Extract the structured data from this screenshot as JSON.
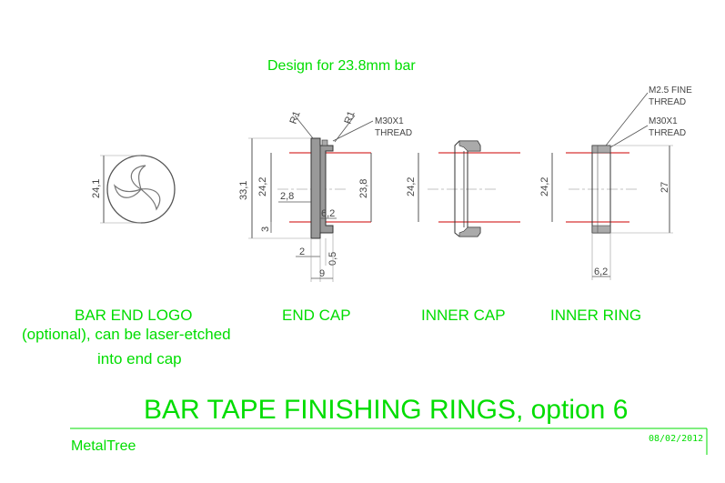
{
  "subtitle": "Design for 23.8mm bar",
  "title": "BAR TAPE FINISHING RINGS, option 6",
  "author": "MetalTree",
  "date": "08/02/2012",
  "captions": {
    "logo_line1": "BAR END LOGO",
    "logo_line2": "(optional), can be laser-etched",
    "logo_line3": "into end cap",
    "end_cap": "END CAP",
    "inner_cap": "INNER CAP",
    "inner_ring": "INNER RING"
  },
  "notes": {
    "end_cap_thread_1": "M30X1",
    "end_cap_thread_2": "THREAD",
    "ring_fine_1": "M2.5 FINE",
    "ring_fine_2": "THREAD",
    "ring_thread_1": "M30X1",
    "ring_thread_2": "THREAD",
    "radius_left": "R1",
    "radius_right": "R1"
  },
  "dimensions": {
    "logo_dia": "24,1",
    "end_cap_outer": "33,1",
    "end_cap_inner": "24,2",
    "end_cap_bar": "23,8",
    "end_cap_wall": "2,8",
    "end_cap_lip": "6,2",
    "end_cap_step": "3",
    "end_cap_flange": "2",
    "end_cap_thin": "0,5",
    "end_cap_length": "9",
    "inner_cap_dia": "24,2",
    "ring_inner": "24,2",
    "ring_outer": "27",
    "ring_length": "6,2"
  },
  "colors": {
    "accent": "#00dd00",
    "lines": "#333333",
    "redline": "#cc0000",
    "fill": "#888888"
  }
}
